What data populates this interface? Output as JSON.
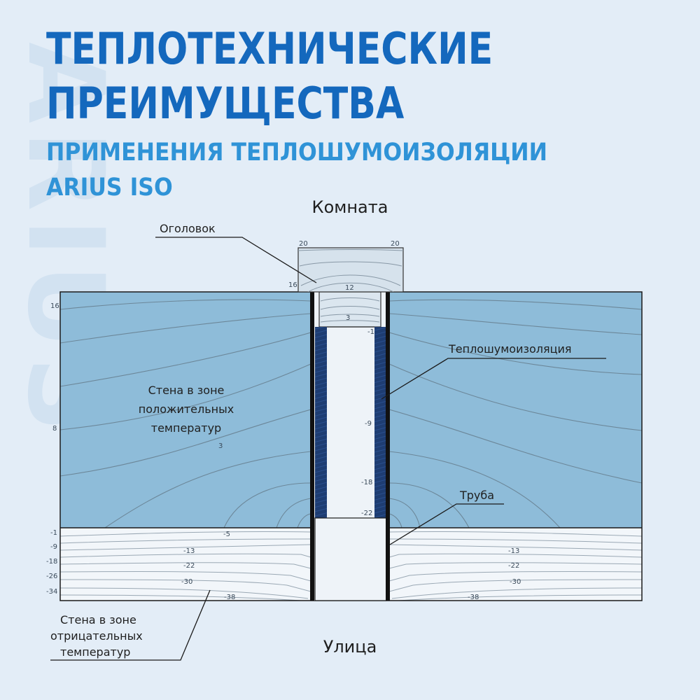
{
  "header": {
    "title_line1": "ТЕПЛОТЕХНИЧЕСКИЕ",
    "title_line2": "ПРЕИМУЩЕСТВА",
    "subtitle_line1": "ПРИМЕНЕНИЯ ТЕПЛОШУМОИЗОЛЯЦИИ",
    "subtitle_line2": "ARIUS ISO",
    "watermark": "ARIUS"
  },
  "diagram": {
    "top_label": "Комната",
    "bottom_label": "Улица",
    "callouts": {
      "head": "Оголовок",
      "insulation": "Теплошумоизоляция",
      "pipe": "Труба",
      "warm_wall": [
        "Стена в зоне",
        "положительных",
        "температур"
      ],
      "cold_wall": [
        "Стена в зоне",
        "отрицательных",
        "температур"
      ]
    },
    "left_scale": [
      "16",
      "8",
      "-1",
      "-9",
      "-18",
      "-26",
      "-34"
    ],
    "isotherm_labels": {
      "head_left": "20",
      "head_right": "20",
      "head_side": "16",
      "head_inner": "12",
      "pipe_top": "3",
      "pipe_inner_1": "-1",
      "pipe_inner_9": "-9",
      "pipe_inner_18": "-18",
      "pipe_inner_22": "-22",
      "warm_wall_3": "3",
      "boundary_5": "-5",
      "cold_left": [
        "-13",
        "-22",
        "-30",
        "-38"
      ],
      "cold_right": [
        "-13",
        "-22",
        "-30",
        "-38"
      ]
    },
    "colors": {
      "warm_wall": "#8ebcd9",
      "cold_wall": "#f2f6fa",
      "insulation": "#1e3d72",
      "pipe_interior": "#eef3f8",
      "head": "#d6e2ec",
      "isotherm": "#6c8799",
      "title": "#1468bd",
      "subtitle": "#2f93d7"
    }
  }
}
